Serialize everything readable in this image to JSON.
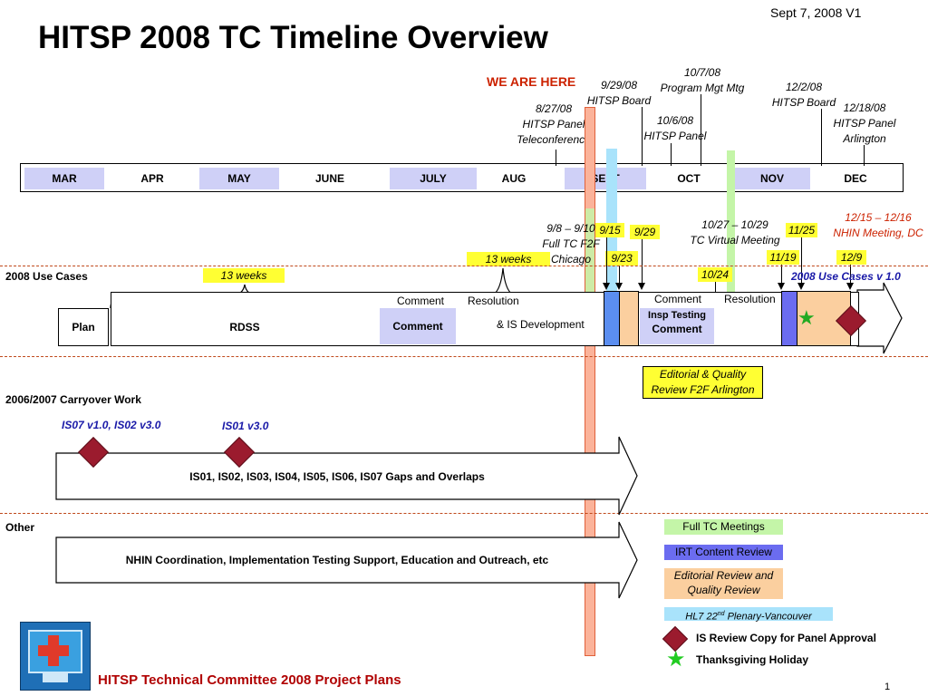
{
  "header": {
    "version": "Sept 7, 2008 V1",
    "title": "HITSP 2008 TC Timeline Overview",
    "we_are_here": "WE ARE HERE"
  },
  "top_events": [
    {
      "date": "8/27/08",
      "line2": "HITSP Panel",
      "line3": "Teleconference"
    },
    {
      "date": "9/29/08",
      "line2": "HITSP Board",
      "line3": ""
    },
    {
      "date": "10/7/08",
      "line2": "Program Mgt Mtg",
      "line3": ""
    },
    {
      "date": "10/6/08",
      "line2": "HITSP Panel",
      "line3": ""
    },
    {
      "date": "12/2/08",
      "line2": "HITSP Board",
      "line3": ""
    },
    {
      "date": "12/18/08",
      "line2": "HITSP Panel",
      "line3": "Arlington"
    }
  ],
  "months": [
    "MAR",
    "APR",
    "MAY",
    "JUNE",
    "JULY",
    "AUG",
    "SEPT",
    "OCT",
    "NOV",
    "DEC"
  ],
  "mid_events": {
    "f2f_date": "9/8 – 9/10",
    "f2f_line2": "Full TC F2F",
    "f2f_line3": "Chicago",
    "virtual_date": "10/27 – 10/29",
    "virtual_line2": "TC Virtual Meeting",
    "nhin_date": "12/15 – 12/16",
    "nhin_line2": "NHIN Meeting, DC"
  },
  "date_tags": {
    "d915": "9/15",
    "d929": "9/29",
    "d923": "9/23",
    "d1125": "11/25",
    "d1119": "11/19",
    "d129": "12/9",
    "d1024": "10/24",
    "weeks_a": "13 weeks",
    "weeks_b": "13 weeks"
  },
  "use_cases": {
    "section_label": "2008 Use Cases",
    "version_label": "2008 Use Cases v 1.0",
    "plan": "Plan",
    "rdss": "RDSS",
    "comment1": "Comment",
    "comment_hdr1": "Comment",
    "resolution_hdr1": "Resolution",
    "is_dev": "& IS Development",
    "insp_testing": "Insp Testing",
    "comment2": "Comment",
    "comment_hdr2": "Comment",
    "resolution_hdr2": "Resolution",
    "editorial_callout_1": "Editorial & Quality",
    "editorial_callout_2": "Review F2F Arlington"
  },
  "carryover": {
    "section_label": "2006/2007 Carryover Work",
    "milestone1": "IS07 v1.0, IS02 v3.0",
    "milestone2": "IS01 v3.0",
    "bar_text": "IS01, IS02, IS03, IS04, IS05, IS06, IS07 Gaps and Overlaps"
  },
  "other": {
    "section_label": "Other",
    "bar_text": "NHIN Coordination, Implementation Testing Support, Education and Outreach, etc"
  },
  "legend": {
    "full_tc": "Full TC Meetings",
    "irt": "IRT Content Review",
    "editorial_1": "Editorial Review and",
    "editorial_2": "Quality Review",
    "hl7_pre": "HL7 22",
    "hl7_sup": "nd",
    "hl7_post": " Plenary-Vancouver",
    "diamond_text": "IS Review Copy for Panel Approval",
    "star_text": "Thanksgiving Holiday"
  },
  "footer": {
    "title": "HITSP Technical Committee 2008 Project Plans",
    "page": "1"
  },
  "colors": {
    "title_red": "#cc0000",
    "shade_blue": "#cfd0f7",
    "green": "#c4f5a8",
    "irt_blue": "#6b6cf0",
    "peach": "#fbcf9f",
    "light_blue": "#a9e3fb",
    "diamond": "#9b1b2e",
    "footer_text": "#b00000"
  }
}
